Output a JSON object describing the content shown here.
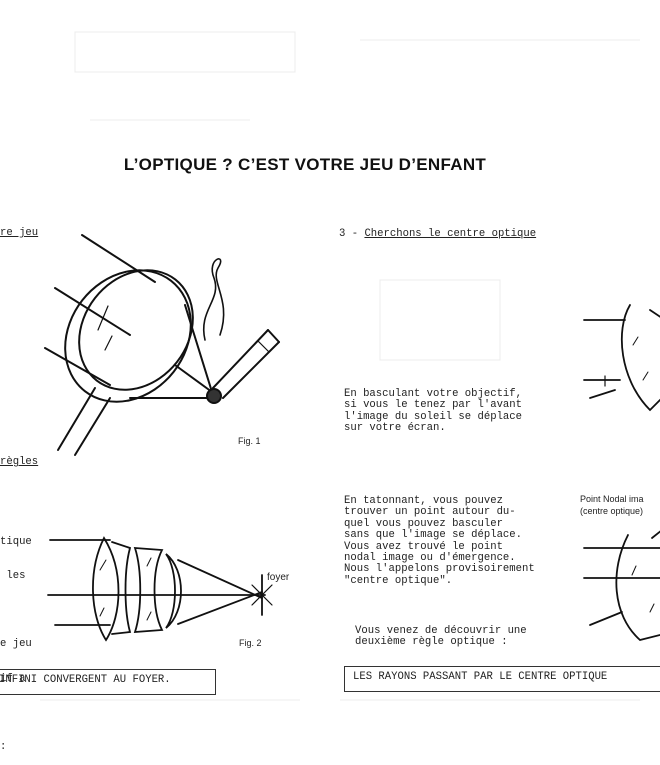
{
  "title": "L’OPTIQUE ? C’EST VOTRE JEU D’ENFANT",
  "left": {
    "heading_fragment": "re jeu",
    "rules_fragment": "règles",
    "para_lines": [
      "tique",
      " les",
      "",
      "e jeu",
      "if a",
      "",
      ":"
    ],
    "fig1_caption": "Fig. 1",
    "fig2_caption": "Fig. 2",
    "fig2_label": "foyer",
    "rule_box": "INFINI CONVERGENT AU FOYER."
  },
  "right": {
    "section_number": "3 - ",
    "section_heading": "Cherchons le centre optique",
    "para1": "En basculant votre objectif,\nsi vous le tenez par l'avant\nl'image du soleil se déplace\nsur votre écran.",
    "para2": "En tatonnant, vous pouvez\ntrouver un point autour du-\nquel vous pouvez basculer\nsans que l'image se déplace.\nVous avez trouvé le point\nnodal image ou d'émergence.\nNous l'appelons provisoirement\n\"centre optique\".",
    "para3": "Vous venez de découvrir une\ndeuxième règle optique :",
    "nodal_label_1": "Point Nodal ima",
    "nodal_label_2": "(centre optique)",
    "rule_box": "LES RAYONS PASSANT PAR LE CENTRE OPTIQUE"
  }
}
